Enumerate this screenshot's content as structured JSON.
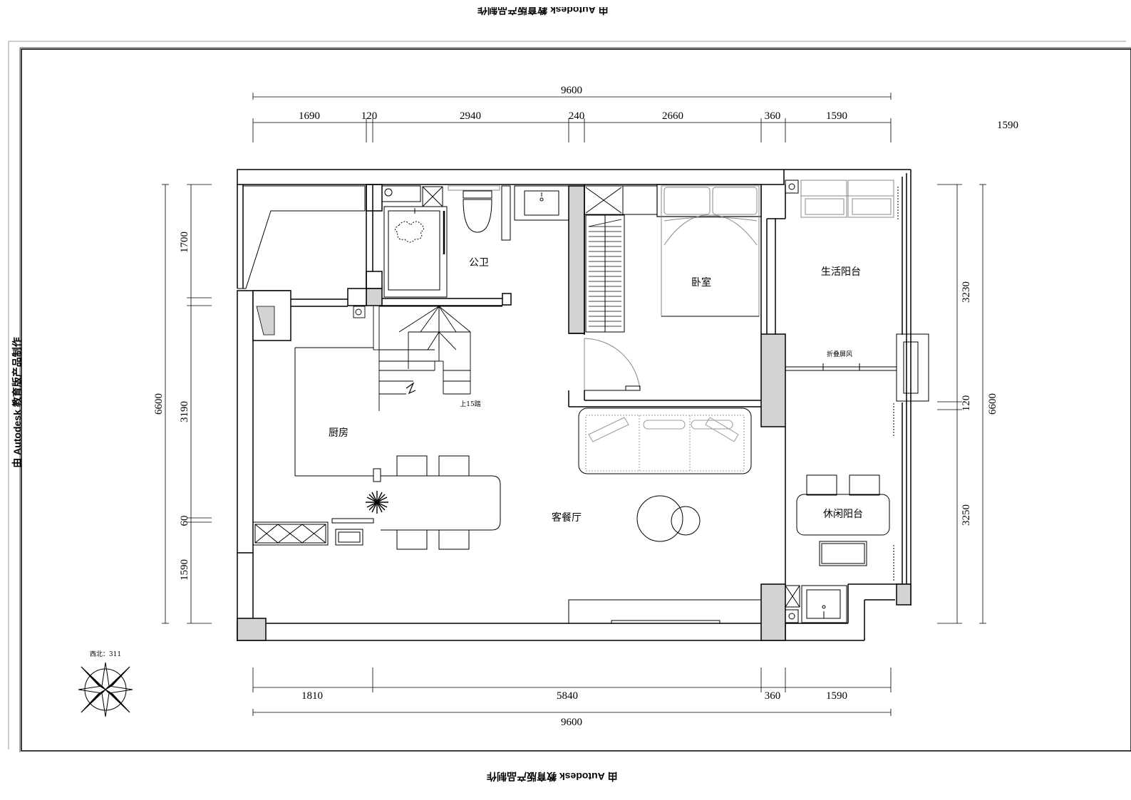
{
  "watermark": {
    "left": "由 Autodesk 教育版产品制作",
    "bottom": "由 Autodesk 教育版产品制作",
    "top": "由 Autodesk 教育版产品制作"
  },
  "dimensions": {
    "top_total": "9600",
    "top": [
      "1690",
      "120",
      "2940",
      "240",
      "2660",
      "360",
      "1590"
    ],
    "top_outer_right": "1590",
    "bottom": [
      "1810",
      "5840",
      "360",
      "1590"
    ],
    "bottom_total": "9600",
    "left_total": "6600",
    "left": [
      "1700",
      "3190",
      "60",
      "1590"
    ],
    "right": [
      "3230",
      "120",
      "3250"
    ],
    "right_total": "6600"
  },
  "rooms": {
    "public_bath": "公卫",
    "bedroom": "卧室",
    "utility_balcony": "生活阳台",
    "kitchen": "厨房",
    "living_dining": "客餐厅",
    "leisure_balcony": "休闲阳台"
  },
  "labels": {
    "stairs": "上15踏",
    "folding_screen": "折叠屏风",
    "compass": "西北：311"
  },
  "colors": {
    "line": "#000000",
    "wall_fill": "#d3d3d3",
    "light_line": "#8a8a8a"
  }
}
